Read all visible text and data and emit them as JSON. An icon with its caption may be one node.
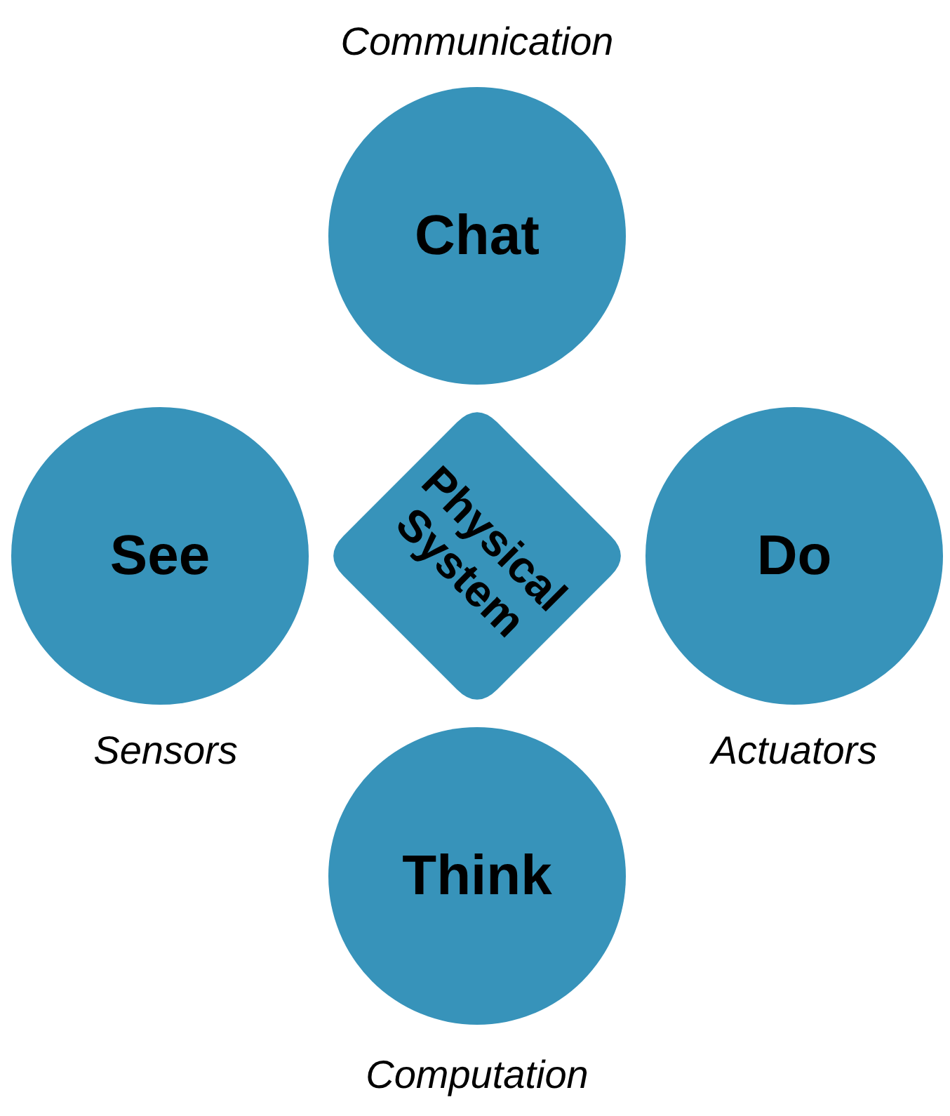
{
  "diagram": {
    "nodes": [
      {
        "text": [
          "Chat"
        ],
        "beside": [
          "Communication"
        ]
      },
      {
        "text": [
          "See"
        ],
        "beside": [
          "Sensors"
        ]
      },
      {
        "text": [
          "Physical System"
        ]
      },
      {
        "text": [
          "Do"
        ],
        "beside": [
          "Actuators"
        ]
      },
      {
        "text": [
          "Think"
        ],
        "beside": [
          "Computation"
        ]
      }
    ],
    "edges": []
  }
}
